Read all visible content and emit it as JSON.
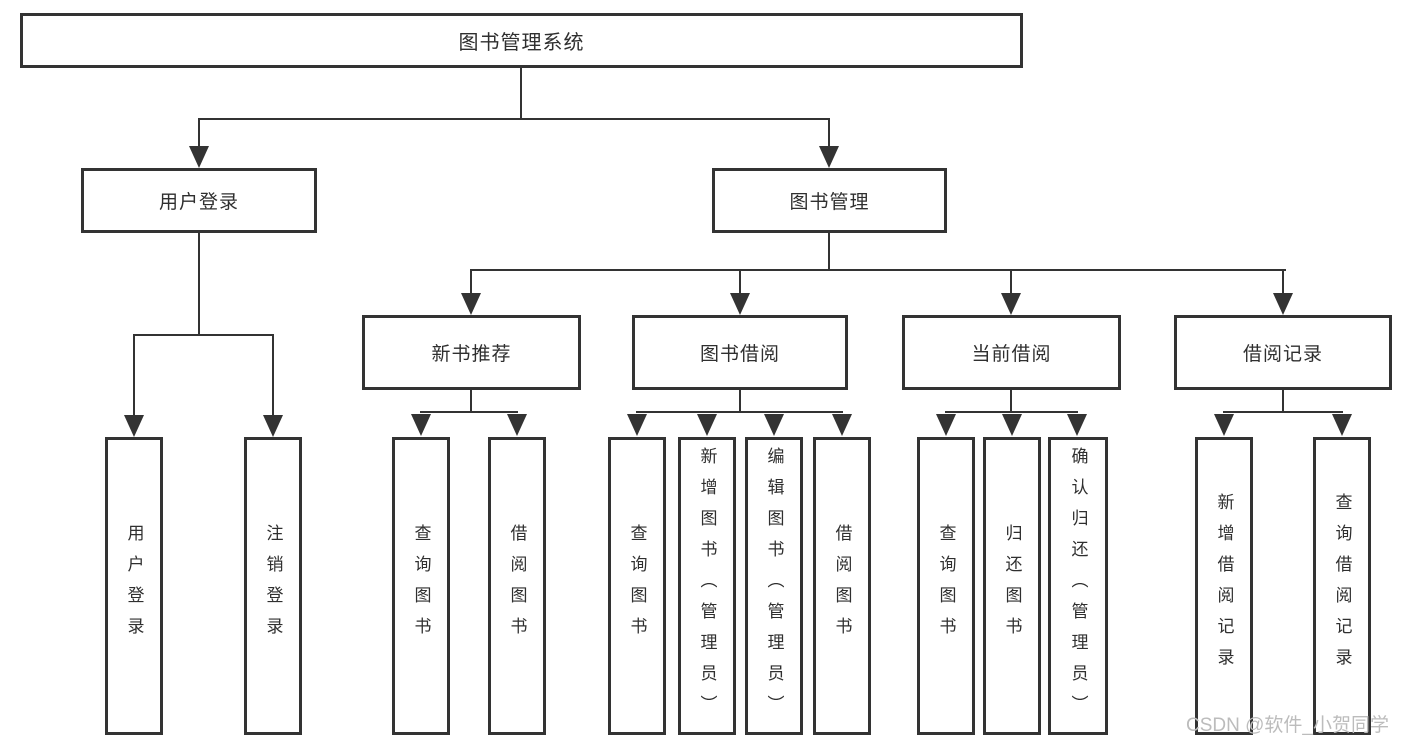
{
  "root": {
    "label": "图书管理系统"
  },
  "branches": {
    "user_login": {
      "label": "用户登录",
      "children": [
        "用户登录",
        "注销登录"
      ]
    },
    "book_management": {
      "label": "图书管理",
      "sections": [
        {
          "label": "新书推荐",
          "children": [
            "查询图书",
            "借阅图书"
          ]
        },
        {
          "label": "图书借阅",
          "children": [
            "查询图书",
            "新增图书（管理员）",
            "编辑图书（管理员）",
            "借阅图书"
          ]
        },
        {
          "label": "当前借阅",
          "children": [
            "查询图书",
            "归还图书",
            "确认归还（管理员）"
          ]
        },
        {
          "label": "借阅记录",
          "children": [
            "新增借阅记录",
            "查询借阅记录"
          ]
        }
      ]
    }
  },
  "watermark": {
    "text": "CSDN @软件_小贺同学"
  },
  "colors": {
    "line": "#333333",
    "box_border": "#333333",
    "text": "#2f2f2f",
    "watermark": "#bcbcbc",
    "background": "#ffffff"
  }
}
